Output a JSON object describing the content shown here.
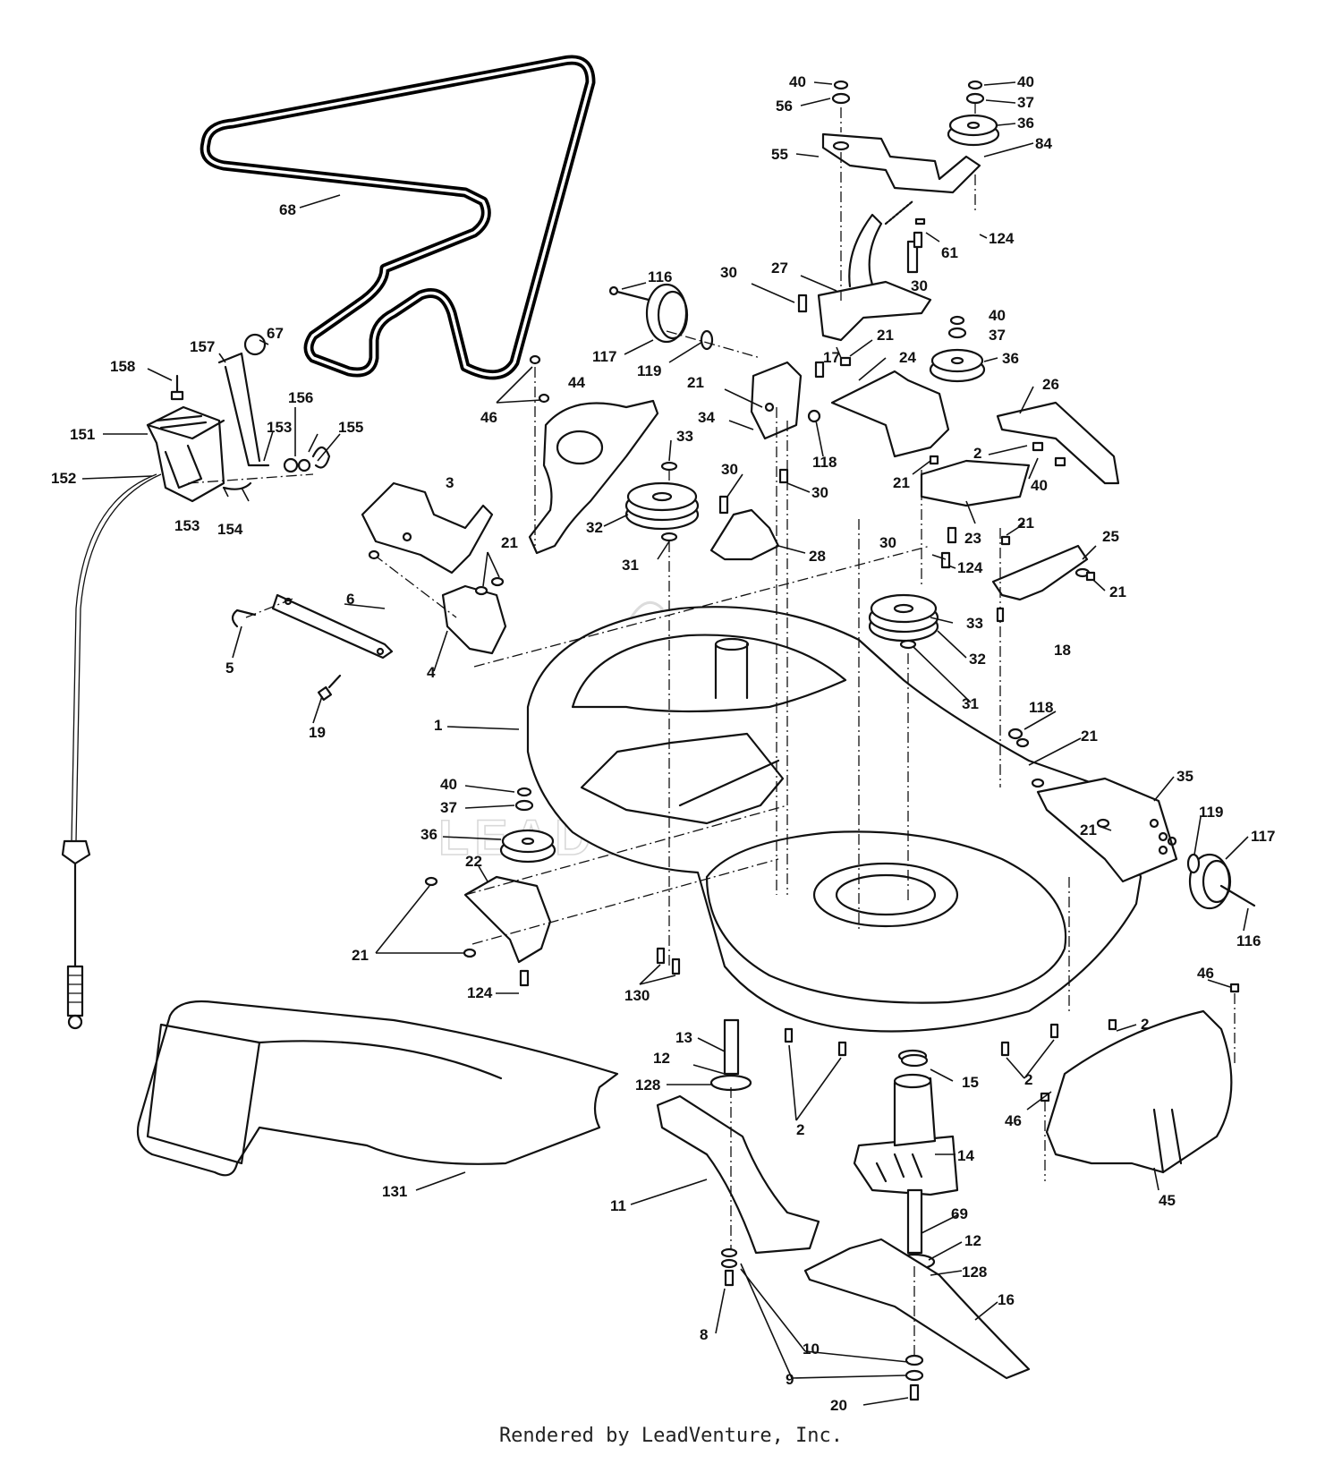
{
  "watermark": "LEADVENTURE",
  "footer": "Rendered by LeadVenture, Inc.",
  "callouts": [
    {
      "id": "c-40-a",
      "text": "40"
    },
    {
      "id": "c-56",
      "text": "56"
    },
    {
      "id": "c-40-b",
      "text": "40"
    },
    {
      "id": "c-37-a",
      "text": "37"
    },
    {
      "id": "c-36-a",
      "text": "36"
    },
    {
      "id": "c-84",
      "text": "84"
    },
    {
      "id": "c-55",
      "text": "55"
    },
    {
      "id": "c-124-a",
      "text": "124"
    },
    {
      "id": "c-61",
      "text": "61"
    },
    {
      "id": "c-68",
      "text": "68"
    },
    {
      "id": "c-116-a",
      "text": "116"
    },
    {
      "id": "c-30-a",
      "text": "30"
    },
    {
      "id": "c-27",
      "text": "27"
    },
    {
      "id": "c-30-b",
      "text": "30"
    },
    {
      "id": "c-40-c",
      "text": "40"
    },
    {
      "id": "c-37-b",
      "text": "37"
    },
    {
      "id": "c-67",
      "text": "67"
    },
    {
      "id": "c-157",
      "text": "157"
    },
    {
      "id": "c-117-a",
      "text": "117"
    },
    {
      "id": "c-21-a",
      "text": "21"
    },
    {
      "id": "c-17",
      "text": "17"
    },
    {
      "id": "c-24",
      "text": "24"
    },
    {
      "id": "c-36-b",
      "text": "36"
    },
    {
      "id": "c-158",
      "text": "158"
    },
    {
      "id": "c-119-a",
      "text": "119"
    },
    {
      "id": "c-44",
      "text": "44"
    },
    {
      "id": "c-21-b",
      "text": "21"
    },
    {
      "id": "c-26",
      "text": "26"
    },
    {
      "id": "c-156",
      "text": "156"
    },
    {
      "id": "c-46-a",
      "text": "46"
    },
    {
      "id": "c-34",
      "text": "34"
    },
    {
      "id": "c-151",
      "text": "151"
    },
    {
      "id": "c-153-a",
      "text": "153"
    },
    {
      "id": "c-155",
      "text": "155"
    },
    {
      "id": "c-33-a",
      "text": "33"
    },
    {
      "id": "c-2-a",
      "text": "2"
    },
    {
      "id": "c-118-a",
      "text": "118"
    },
    {
      "id": "c-21-c",
      "text": "21"
    },
    {
      "id": "c-40-d",
      "text": "40"
    },
    {
      "id": "c-152",
      "text": "152"
    },
    {
      "id": "c-3",
      "text": "3"
    },
    {
      "id": "c-30-c",
      "text": "30"
    },
    {
      "id": "c-30-d",
      "text": "30"
    },
    {
      "id": "c-153-b",
      "text": "153"
    },
    {
      "id": "c-154",
      "text": "154"
    },
    {
      "id": "c-32-a",
      "text": "32"
    },
    {
      "id": "c-21-d",
      "text": "21"
    },
    {
      "id": "c-23",
      "text": "23"
    },
    {
      "id": "c-25",
      "text": "25"
    },
    {
      "id": "c-21-e",
      "text": "21"
    },
    {
      "id": "c-28",
      "text": "28"
    },
    {
      "id": "c-30-e",
      "text": "30"
    },
    {
      "id": "c-31-a",
      "text": "31"
    },
    {
      "id": "c-124-b",
      "text": "124"
    },
    {
      "id": "c-21-f",
      "text": "21"
    },
    {
      "id": "c-6",
      "text": "6"
    },
    {
      "id": "c-33-b",
      "text": "33"
    },
    {
      "id": "c-18",
      "text": "18"
    },
    {
      "id": "c-5",
      "text": "5"
    },
    {
      "id": "c-4",
      "text": "4"
    },
    {
      "id": "c-32-b",
      "text": "32"
    },
    {
      "id": "c-31-b",
      "text": "31"
    },
    {
      "id": "c-19",
      "text": "19"
    },
    {
      "id": "c-118-b",
      "text": "118"
    },
    {
      "id": "c-1",
      "text": "1"
    },
    {
      "id": "c-21-g",
      "text": "21"
    },
    {
      "id": "c-35",
      "text": "35"
    },
    {
      "id": "c-40-e",
      "text": "40"
    },
    {
      "id": "c-37-c",
      "text": "37"
    },
    {
      "id": "c-119-b",
      "text": "119"
    },
    {
      "id": "c-21-h",
      "text": "21"
    },
    {
      "id": "c-36-c",
      "text": "36"
    },
    {
      "id": "c-117-b",
      "text": "117"
    },
    {
      "id": "c-22",
      "text": "22"
    },
    {
      "id": "c-116-b",
      "text": "116"
    },
    {
      "id": "c-21-i",
      "text": "21"
    },
    {
      "id": "c-124-c",
      "text": "124"
    },
    {
      "id": "c-130",
      "text": "130"
    },
    {
      "id": "c-46-b",
      "text": "46"
    },
    {
      "id": "c-2-b",
      "text": "2"
    },
    {
      "id": "c-13",
      "text": "13"
    },
    {
      "id": "c-12-a",
      "text": "12"
    },
    {
      "id": "c-128-a",
      "text": "128"
    },
    {
      "id": "c-15",
      "text": "15"
    },
    {
      "id": "c-2-c",
      "text": "2"
    },
    {
      "id": "c-46-c",
      "text": "46"
    },
    {
      "id": "c-2-d",
      "text": "2"
    },
    {
      "id": "c-14",
      "text": "14"
    },
    {
      "id": "c-131",
      "text": "131"
    },
    {
      "id": "c-11",
      "text": "11"
    },
    {
      "id": "c-45",
      "text": "45"
    },
    {
      "id": "c-69",
      "text": "69"
    },
    {
      "id": "c-12-b",
      "text": "12"
    },
    {
      "id": "c-128-b",
      "text": "128"
    },
    {
      "id": "c-16",
      "text": "16"
    },
    {
      "id": "c-8",
      "text": "8"
    },
    {
      "id": "c-10",
      "text": "10"
    },
    {
      "id": "c-9",
      "text": "9"
    },
    {
      "id": "c-20",
      "text": "20"
    }
  ]
}
